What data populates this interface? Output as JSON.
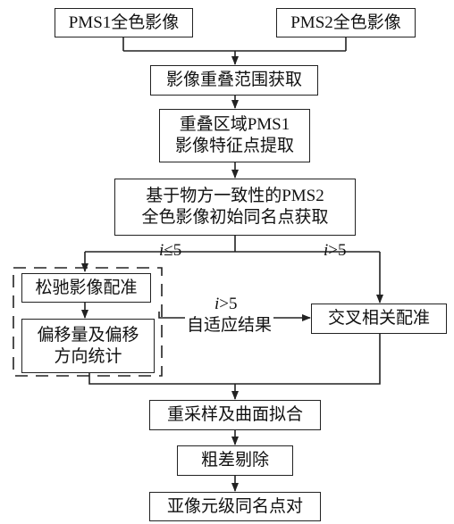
{
  "nodes": {
    "pms1_pan": "PMS1全色影像",
    "pms2_pan": "PMS2全色影像",
    "overlap_extract": "影像重叠范围获取",
    "feature_extract": [
      "重叠区域PMS1",
      "影像特征点提取"
    ],
    "initial_match": [
      "基于物方一致性的PMS2",
      "全色影像初始同名点获取"
    ],
    "loose_registration": "松驰影像配准",
    "offset_stats": [
      "偏移量及偏移",
      "方向统计"
    ],
    "cross_correlation": "交叉相关配准",
    "resample_fit": "重采样及曲面拟合",
    "gross_error": "粗差剔除",
    "subpixel_pairs": "亚像元级同名点对"
  },
  "edge_labels": {
    "branch_left": {
      "var": "i",
      "op": "≤",
      "num": "5"
    },
    "branch_right": {
      "var": "i",
      "op": ">",
      "num": "5"
    },
    "adaptive": {
      "var": "i",
      "op": ">",
      "num": "5",
      "text": "自适应结果"
    }
  }
}
